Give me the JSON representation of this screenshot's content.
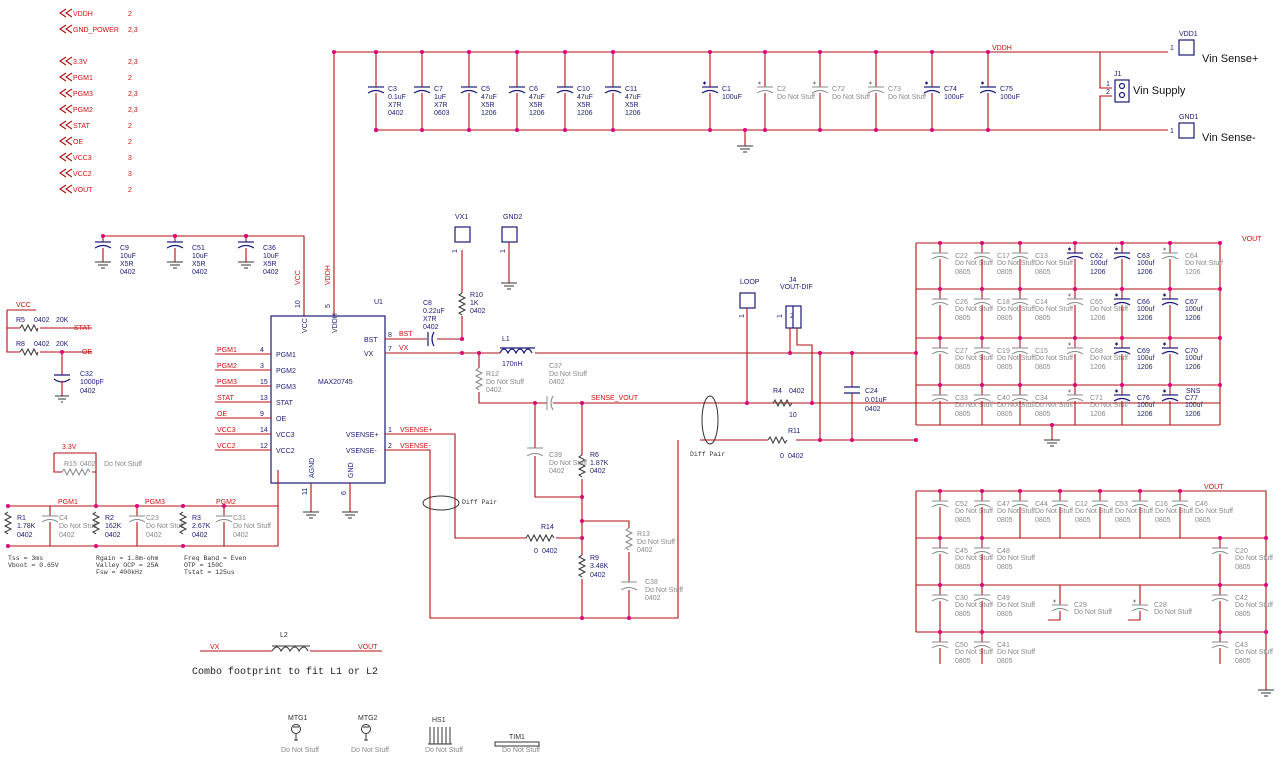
{
  "power_labels": [
    {
      "net": "VDDH",
      "pages": "2"
    },
    {
      "net": "GND_POWER",
      "pages": "2,3"
    },
    {
      "net": "3.3V",
      "pages": "2,3"
    },
    {
      "net": "PGM1",
      "pages": "2"
    },
    {
      "net": "PGM3",
      "pages": "2,3"
    },
    {
      "net": "PGM2",
      "pages": "2,3"
    },
    {
      "net": "STAT",
      "pages": "2"
    },
    {
      "net": "OE",
      "pages": "2"
    },
    {
      "net": "VCC3",
      "pages": "3"
    },
    {
      "net": "VCC2",
      "pages": "3"
    },
    {
      "net": "VOUT",
      "pages": "2"
    }
  ],
  "nets": {
    "vddh": "VDDH",
    "vout": "VOUT",
    "vcc": "VCC",
    "stat": "STAT",
    "oe": "OE",
    "bst": "BST",
    "vx": "VX",
    "sense_vout": "SENSE_VOUT",
    "vsense_p": "VSENSE+",
    "vsense_n": "VSENSE-",
    "v33": "3.3V",
    "sns": "SNS",
    "pgm1": "PGM1",
    "pgm2": "PGM2",
    "pgm3": "PGM3",
    "vcc3": "VCC3",
    "vcc2": "VCC2",
    "diff_pair": "Diff Pair"
  },
  "connectors": {
    "vdd1": {
      "ref": "VDD1",
      "pin": "1",
      "label": "Vin Sense+"
    },
    "gnd1": {
      "ref": "GND1",
      "pin": "1",
      "label": "Vin Sense-"
    },
    "j1": {
      "ref": "J1",
      "pin1": "1",
      "pin2": "2",
      "label": "Vin Supply"
    },
    "vx1": {
      "ref": "VX1",
      "pin": "1"
    },
    "gnd2": {
      "ref": "GND2",
      "pin": "1"
    },
    "loop": {
      "ref": "LOOP",
      "pin": "1"
    },
    "j4": {
      "ref": "J4",
      "name": "VOUT-DIF",
      "pin1": "1",
      "pin2": "2"
    }
  },
  "ic": {
    "ref": "U1",
    "part": "MAX20745",
    "pins_left": [
      {
        "num": "4",
        "name": "PGM1",
        "net": "PGM1"
      },
      {
        "num": "3",
        "name": "PGM2",
        "net": "PGM2"
      },
      {
        "num": "15",
        "name": "PGM3",
        "net": "PGM3"
      },
      {
        "num": "13",
        "name": "STAT",
        "net": "STAT"
      },
      {
        "num": "9",
        "name": "OE",
        "net": "OE"
      },
      {
        "num": "14",
        "name": "VCC3",
        "net": "VCC3"
      },
      {
        "num": "12",
        "name": "VCC2",
        "net": "VCC2"
      }
    ],
    "pins_right": [
      {
        "num": "8",
        "name": "BST"
      },
      {
        "num": "7",
        "name": "VX"
      },
      {
        "num": "1",
        "name": "VSENSE+"
      },
      {
        "num": "2",
        "name": "VSENSE-"
      }
    ],
    "pins_top": [
      {
        "num": "10",
        "name": "VCC"
      },
      {
        "num": "5",
        "name": "VDDH"
      }
    ],
    "pins_bottom": [
      {
        "num": "11",
        "name": "AGND"
      },
      {
        "num": "6",
        "name": "GND"
      }
    ]
  },
  "input_caps": [
    {
      "ref": "C3",
      "val": "0.1uF",
      "d": "X7R",
      "p": "0402",
      "dns": false
    },
    {
      "ref": "C7",
      "val": "1uF",
      "d": "X7R",
      "p": "0603",
      "dns": false
    },
    {
      "ref": "C5",
      "val": "47uF",
      "d": "X5R",
      "p": "1206",
      "dns": false
    },
    {
      "ref": "C6",
      "val": "47uF",
      "d": "X5R",
      "p": "1206",
      "dns": false
    },
    {
      "ref": "C10",
      "val": "47uF",
      "d": "X5R",
      "p": "1206",
      "dns": false
    },
    {
      "ref": "C11",
      "val": "47uF",
      "d": "X5R",
      "p": "1206",
      "dns": false
    },
    {
      "ref": "C1",
      "val": "100uF",
      "d": "",
      "p": "",
      "dns": false
    },
    {
      "ref": "C2",
      "val": "Do Not Stuff",
      "d": "",
      "p": "",
      "dns": true
    },
    {
      "ref": "C72",
      "val": "Do Not Stuff",
      "d": "",
      "p": "",
      "dns": true
    },
    {
      "ref": "C73",
      "val": "Do Not Stuff",
      "d": "",
      "p": "",
      "dns": true
    },
    {
      "ref": "C74",
      "val": "100uF",
      "d": "",
      "p": "",
      "dns": false
    },
    {
      "ref": "C75",
      "val": "100uF",
      "d": "",
      "p": "",
      "dns": false
    }
  ],
  "vcc_caps": [
    {
      "ref": "C9",
      "val": "10uF",
      "d": "X5R",
      "p": "0402"
    },
    {
      "ref": "C51",
      "val": "10uF",
      "d": "X5R",
      "p": "0402"
    },
    {
      "ref": "C36",
      "val": "10uF",
      "d": "X5R",
      "p": "0402"
    }
  ],
  "parts": {
    "r5": {
      "ref": "R5",
      "pkg": "0402",
      "val": "20K"
    },
    "r8": {
      "ref": "R8",
      "pkg": "0402",
      "val": "20K"
    },
    "c32": {
      "ref": "C32",
      "val": "1000pF",
      "pkg": "0402"
    },
    "c8": {
      "ref": "C8",
      "val": "0.22uF",
      "d": "X7R",
      "pkg": "0402"
    },
    "r10": {
      "ref": "R10",
      "val": "1K",
      "pkg": "0402"
    },
    "l1": {
      "ref": "L1",
      "val": "170nH"
    },
    "r12": {
      "ref": "R12",
      "val": "Do Not Stuff",
      "pkg": "0402"
    },
    "c37": {
      "ref": "C37",
      "val": "Do Not Stuff",
      "pkg": "0402"
    },
    "r4": {
      "ref": "R4",
      "pkg": "0402",
      "val": "10"
    },
    "r11": {
      "ref": "R11",
      "val": "0",
      "pkg": "0402"
    },
    "c24": {
      "ref": "C24",
      "val": "0.01uF",
      "pkg": "0402"
    },
    "c39": {
      "ref": "C39",
      "val": "Do Not Stuff",
      "pkg": "0402"
    },
    "r6": {
      "ref": "R6",
      "val": "1.87K",
      "pkg": "0402"
    },
    "r14": {
      "ref": "R14",
      "val": "0",
      "pkg": "0402"
    },
    "r9": {
      "ref": "R9",
      "val": "3.48K",
      "pkg": "0402"
    },
    "r13": {
      "ref": "R13",
      "val": "Do Not Stuff",
      "pkg": "0402"
    },
    "c38": {
      "ref": "C38",
      "val": "Do Not Stuff",
      "pkg": "0402"
    },
    "r15": {
      "ref": "R15",
      "pkg": "0402",
      "val": "Do Not Stuff"
    },
    "r1": {
      "ref": "R1",
      "val": "1.78K",
      "pkg": "0402"
    },
    "c4": {
      "ref": "C4",
      "val": "Do Not Stuff",
      "pkg": "0402"
    },
    "r2": {
      "ref": "R2",
      "val": "162K",
      "pkg": "0402"
    },
    "c23": {
      "ref": "C23",
      "val": "Do Not Stuff",
      "pkg": "0402"
    },
    "r3": {
      "ref": "R3",
      "val": "2.67K",
      "pkg": "0402"
    },
    "c31": {
      "ref": "C31",
      "val": "Do Not Stuff",
      "pkg": "0402"
    },
    "l2": {
      "ref": "L2"
    }
  },
  "notes": {
    "tss": "Tss = 3ms",
    "vboot": "Vboot = 0.65V",
    "rgain": "Rgain = 1.8m-ohm",
    "valley": "Valley OCP = 25A",
    "fsw": "Fsw = 400kHz",
    "freq": "Freq Band = Even",
    "otp": "OTP = 150C",
    "tstat": "Tstat = 125us",
    "combo": "Combo footprint to fit L1 or L2"
  },
  "out_grid1": [
    [
      {
        "ref": "C22",
        "val": "Do Not Stuff",
        "p": "0805",
        "dns": true
      },
      {
        "ref": "C17",
        "val": "Do Not Stuff",
        "p": "0805",
        "dns": true
      },
      {
        "ref": "C13",
        "val": "Do Not Stuff",
        "p": "0805",
        "dns": true
      },
      {
        "ref": "C62",
        "val": "100uf",
        "p": "1206",
        "dns": false
      },
      {
        "ref": "C63",
        "val": "100uf",
        "p": "1206",
        "dns": false
      },
      {
        "ref": "C64",
        "val": "Do Not Stuff",
        "p": "1206",
        "dns": true
      }
    ],
    [
      {
        "ref": "C26",
        "val": "Do Not Stuff",
        "p": "0805",
        "dns": true
      },
      {
        "ref": "C18",
        "val": "Do Not Stuff",
        "p": "0805",
        "dns": true
      },
      {
        "ref": "C14",
        "val": "Do Not Stuff",
        "p": "0805",
        "dns": true
      },
      {
        "ref": "C65",
        "val": "Do Not Stuff",
        "p": "1206",
        "dns": true
      },
      {
        "ref": "C66",
        "val": "100uf",
        "p": "1206",
        "dns": false
      },
      {
        "ref": "C67",
        "val": "100uf",
        "p": "1206",
        "dns": false
      }
    ],
    [
      {
        "ref": "C27",
        "val": "Do Not Stuff",
        "p": "0805",
        "dns": true
      },
      {
        "ref": "C19",
        "val": "Do Not Stuff",
        "p": "0805",
        "dns": true
      },
      {
        "ref": "C15",
        "val": "Do Not Stuff",
        "p": "0805",
        "dns": true
      },
      {
        "ref": "C68",
        "val": "Do Not Stuff",
        "p": "1206",
        "dns": true
      },
      {
        "ref": "C69",
        "val": "100uf",
        "p": "1206",
        "dns": false
      },
      {
        "ref": "C70",
        "val": "100uf",
        "p": "1206",
        "dns": false
      }
    ],
    [
      {
        "ref": "C33",
        "val": "Do Not Stuff",
        "p": "0805",
        "dns": true
      },
      {
        "ref": "C40",
        "val": "Do Not Stuff",
        "p": "0805",
        "dns": true
      },
      {
        "ref": "C34",
        "val": "Do Not Stuff",
        "p": "0805",
        "dns": true
      },
      {
        "ref": "C71",
        "val": "Do Not Stuff",
        "p": "1206",
        "dns": true
      },
      {
        "ref": "C76",
        "val": "100uf",
        "p": "1206",
        "dns": false
      },
      {
        "ref": "C77",
        "val": "100uf",
        "p": "1206",
        "dns": false
      }
    ]
  ],
  "out_grid2": [
    {
      "ref": "C52"
    },
    {
      "ref": "C47"
    },
    {
      "ref": "C44"
    },
    {
      "ref": "C12"
    },
    {
      "ref": "C53"
    },
    {
      "ref": "C16"
    },
    {
      "ref": "C46"
    }
  ],
  "out_grid2_rows": [
    [
      {
        "ref": "C45",
        "val": "Do Not Stuff",
        "p": "0805"
      },
      {
        "ref": "C48",
        "val": "Do Not Stuff",
        "p": "0805"
      },
      {
        "ref": "C20",
        "val": "Do Not Stuff",
        "p": "0805"
      }
    ],
    [
      {
        "ref": "C30",
        "val": "Do Not Stuff",
        "p": "0805"
      },
      {
        "ref": "C49",
        "val": "Do Not Stuff",
        "p": "0805"
      },
      {
        "ref": "C29",
        "val": "Do Not Stuff",
        "p": ""
      },
      {
        "ref": "C28",
        "val": "Do Not Stuff",
        "p": ""
      },
      {
        "ref": "C42",
        "val": "Do Not Stuff",
        "p": "0805"
      }
    ],
    [
      {
        "ref": "C50",
        "val": "Do Not Stuff",
        "p": "0805"
      },
      {
        "ref": "C41",
        "val": "Do Not Stuff",
        "p": "0805"
      },
      {
        "ref": "C43",
        "val": "Do Not Stuff",
        "p": "0805"
      }
    ]
  ],
  "grid2_common": {
    "val": "Do Not Stuff",
    "p": "0805"
  },
  "mech": [
    {
      "ref": "MTG1",
      "val": "Do Not Stuff"
    },
    {
      "ref": "MTG2",
      "val": "Do Not Stuff"
    },
    {
      "ref": "HS1",
      "val": "Do Not Stuff"
    },
    {
      "ref": "TIM1",
      "val": "Do Not Stuff"
    }
  ],
  "colors": {
    "wire": "#b01010",
    "junction": "#e0007a",
    "part": "#1a1a7a",
    "dns": "#888888",
    "net": "#d01010"
  }
}
